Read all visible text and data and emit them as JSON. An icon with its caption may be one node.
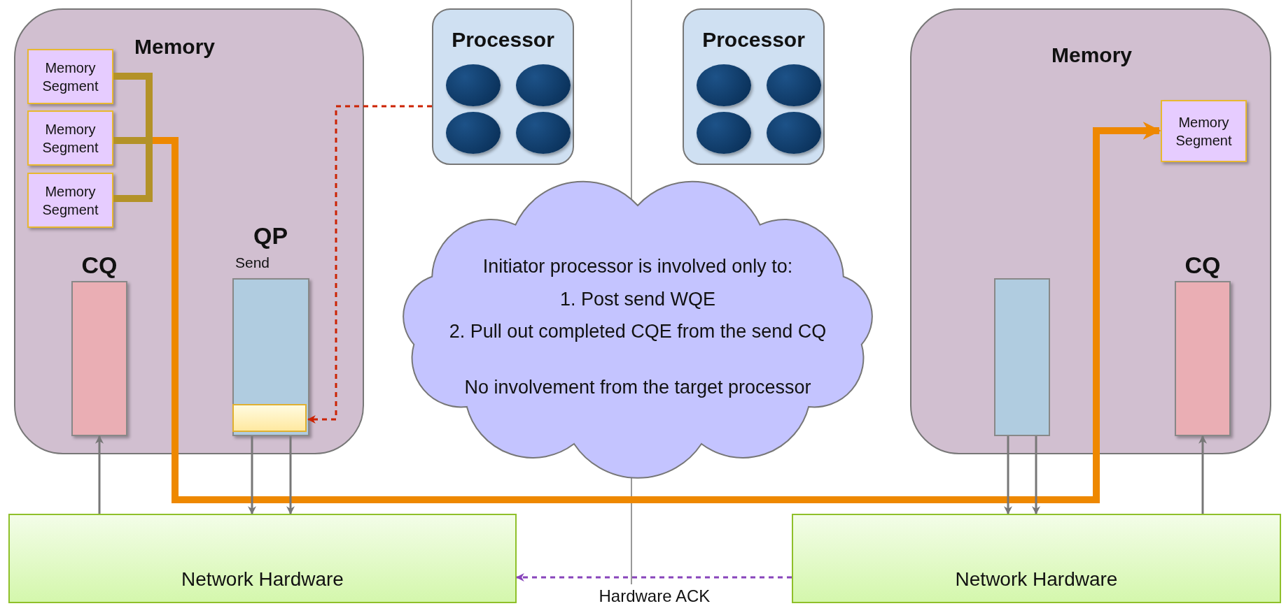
{
  "diagram": {
    "nodes": [
      {
        "text": [
          "Memory"
        ]
      },
      {
        "text": [
          "Memory Segment"
        ],
        "in": 0
      },
      {
        "text": [
          "Memory Segment"
        ],
        "in": 0
      },
      {
        "text": [
          "Memory Segment"
        ],
        "in": 0
      },
      {
        "text": [
          "CQ"
        ],
        "in": 0
      },
      {
        "text": [
          "QP",
          "Send"
        ],
        "in": 0
      },
      {
        "text": [],
        "shape": "box",
        "in": 5
      },
      {
        "text": [
          "Processor"
        ]
      },
      {
        "text": [],
        "shape": "circle",
        "in": 7
      },
      {
        "text": [],
        "shape": "circle",
        "in": 7
      },
      {
        "text": [],
        "shape": "circle",
        "in": 7
      },
      {
        "text": [],
        "shape": "circle",
        "in": 7
      },
      {
        "text": [
          "Processor"
        ]
      },
      {
        "text": [],
        "shape": "circle",
        "in": 12
      },
      {
        "text": [],
        "shape": "circle",
        "in": 12
      },
      {
        "text": [],
        "shape": "circle",
        "in": 12
      },
      {
        "text": [],
        "shape": "circle",
        "in": 12
      },
      {
        "text": [
          "Memory"
        ]
      },
      {
        "text": [
          "Memory Segment"
        ],
        "in": 17
      },
      {
        "text": [
          "CQ"
        ],
        "in": 17
      },
      {
        "text": [],
        "shape": "box",
        "in": 17
      },
      {
        "text": [
          "Network Hardware"
        ]
      },
      {
        "text": [
          "Network Hardware"
        ]
      },
      {
        "text": [
          "Initiator processor is involved only to:",
          "1. Post send WQE",
          "2. Pull out completed CQE from the send CQ",
          "No involvement from the target processor"
        ]
      }
    ],
    "edges": [
      {
        "from": 1,
        "to": 18,
        "arrow": "to",
        "style": "thick",
        "color": "#ee8800"
      },
      {
        "from": 2,
        "to": 18,
        "arrow": "to",
        "style": "thick",
        "color": "#ee8800"
      },
      {
        "from": 3,
        "to": 18,
        "arrow": "to",
        "style": "thick",
        "color": "#ee8800"
      },
      {
        "from": 7,
        "to": 6,
        "arrow": "to",
        "style": "dashed",
        "color": "#cc2200"
      },
      {
        "from": 21,
        "to": 4,
        "arrow": "to"
      },
      {
        "from": 5,
        "to": 21,
        "arrow": "to"
      },
      {
        "from": 5,
        "to": 21,
        "arrow": "to"
      },
      {
        "from": 20,
        "to": 22,
        "arrow": "to"
      },
      {
        "from": 20,
        "to": 22,
        "arrow": "to"
      },
      {
        "from": 22,
        "to": 19,
        "arrow": "to"
      },
      {
        "from": 22,
        "to": 21,
        "arrow": "to",
        "label": "Hardware ACK",
        "style": "dashed",
        "color": "#8844bb"
      }
    ]
  }
}
